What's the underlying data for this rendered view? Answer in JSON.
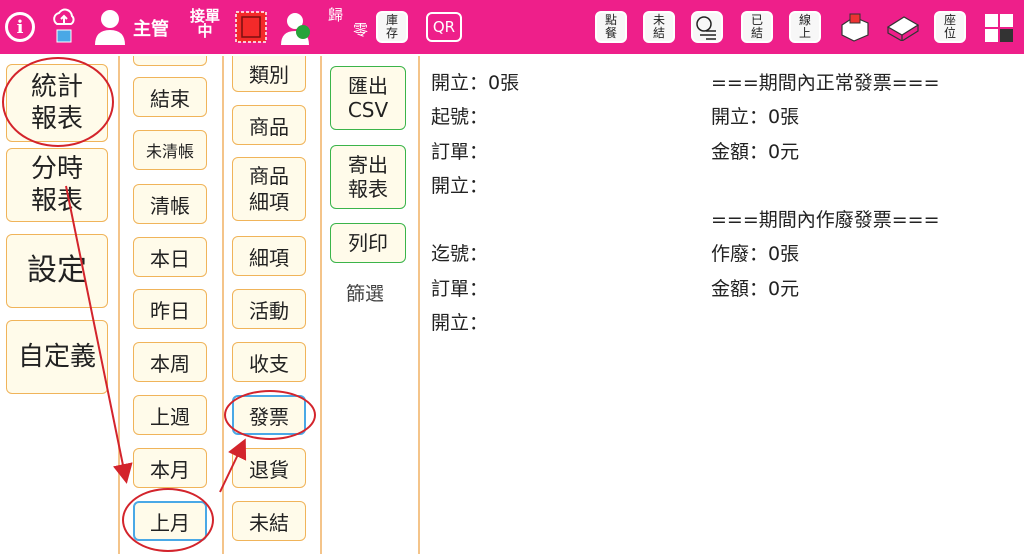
{
  "toolbar": {
    "info_glyph": "i",
    "manager_label": "主管",
    "accept_orders": [
      "接單",
      "中"
    ],
    "change_label": [
      "歸",
      "零"
    ],
    "inventory": [
      "庫",
      "存"
    ],
    "qr": "QR",
    "order_meal": [
      "點",
      "餐"
    ],
    "unsettled": [
      "未",
      "結"
    ],
    "settled": [
      "已",
      "結"
    ],
    "online": [
      "線",
      "上"
    ],
    "seating": [
      "座",
      "位"
    ]
  },
  "left_menu": {
    "statistics": [
      "統計",
      "報表"
    ],
    "hourly": [
      "分時",
      "報表"
    ],
    "settings": "設定",
    "custom": "自定義"
  },
  "period_menu": [
    "結束",
    "未清帳",
    "清帳",
    "本日",
    "昨日",
    "本周",
    "上週",
    "本月",
    "上月"
  ],
  "category_menu": [
    "類別",
    "商品",
    [
      "商品",
      "細項"
    ],
    "細項",
    "活動",
    "收支",
    "發票",
    "退貨",
    "未結"
  ],
  "actions": {
    "export_csv": [
      "匯出",
      "CSV"
    ],
    "send_report": [
      "寄出",
      "報表"
    ],
    "print": "列印",
    "filter": "篩選"
  },
  "report": {
    "left": [
      "開立：0張",
      "起號：",
      "訂單：",
      "開立：",
      "",
      "迄號：",
      "訂單：",
      "開立："
    ],
    "right": [
      "===期間內正常發票===",
      "開立：0張",
      "金額：0元",
      "",
      "===期間內作廢發票===",
      "作廢：0張",
      "金額：0元"
    ]
  },
  "colors": {
    "topbar": "#ee1f8a",
    "button_border": "#f0b45a",
    "button_fill": "#fffbea",
    "action_border": "#3bb44a",
    "selected_border": "#4aa8e6",
    "annotation": "#d3242c"
  }
}
